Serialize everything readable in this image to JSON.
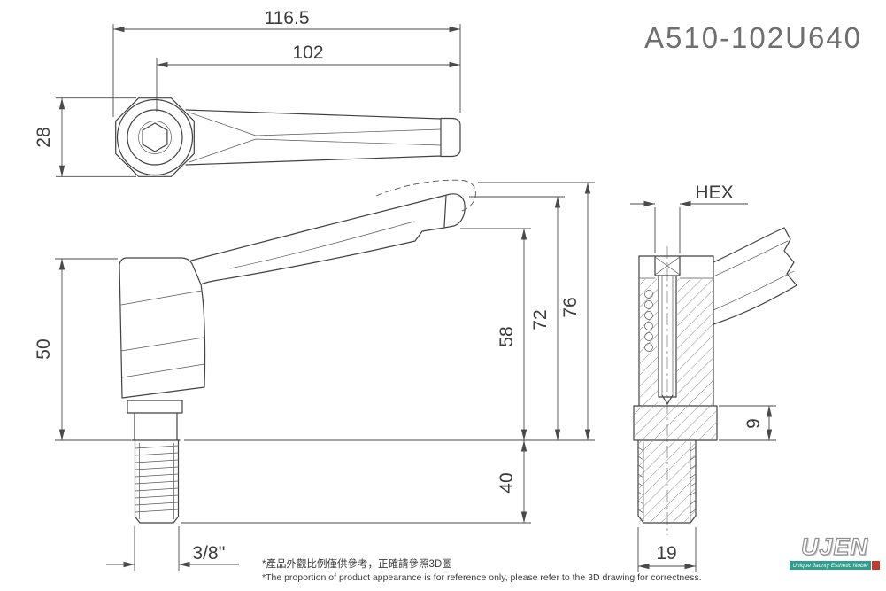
{
  "drawing": {
    "part_number": "A510-102U640",
    "top_view": {
      "dim_overall_length": "116.5",
      "dim_handle_length": "102",
      "dim_boss_width": "28"
    },
    "side_view": {
      "dim_body_height": "50",
      "dim_height_1": "58",
      "dim_height_2": "72",
      "dim_height_3": "76",
      "dim_thread_length": "40",
      "dim_thread_size": "3/8''"
    },
    "section_view": {
      "dim_hex": "HEX",
      "dim_collar_height": "9",
      "dim_stud_width": "19"
    }
  },
  "notes": {
    "line_zh": "*產品外觀比例僅供參考，正確請參照3D圖",
    "line_en": "*The proportion of product appearance is for reference only, please refer to the 3D drawing for correctness."
  },
  "logo": {
    "name": "UJEN",
    "tagline": "Unique Jaunty Esthetic Noble"
  },
  "colors": {
    "line": "#424242",
    "dimension": "#4a4a4a",
    "part_number": "#6f6f6f",
    "logo_bar": "#2f9e8e",
    "logo_accent": "#c0392b"
  }
}
